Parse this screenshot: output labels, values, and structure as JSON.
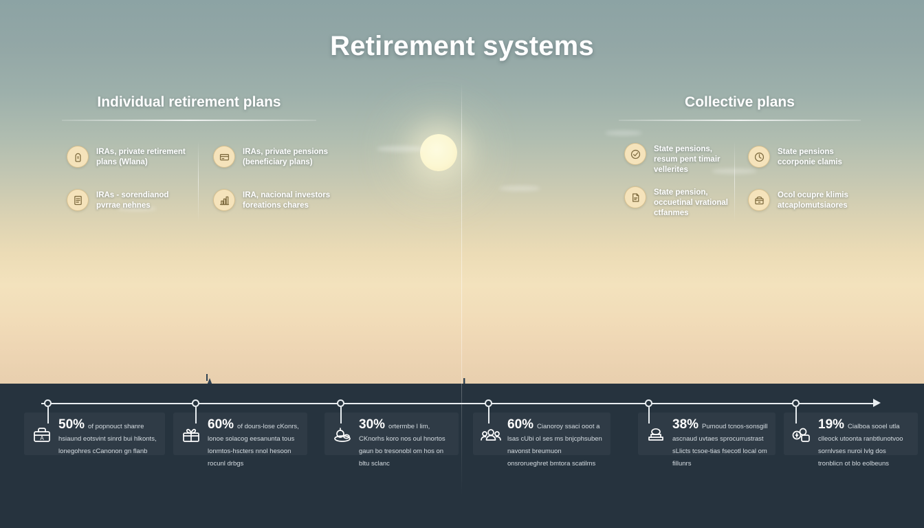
{
  "title": "Retirement systems",
  "sections": {
    "left": {
      "heading": "Individual retirement plans",
      "columns": [
        {
          "items": [
            {
              "icon": "tag-icon",
              "text": "IRAs, private retirement\nplans (Wlana)"
            },
            {
              "icon": "document-icon",
              "text": "IRAs - sorendianod\npvrrae nehnes"
            }
          ]
        },
        {
          "items": [
            {
              "icon": "card-icon",
              "text": "IRAs, private pensions\n(beneficiary plans)"
            },
            {
              "icon": "bar-chart-icon",
              "text": "IRA, nacional investors\nforeations chares"
            }
          ]
        }
      ]
    },
    "right": {
      "heading": "Collective plans",
      "columns": [
        {
          "items": [
            {
              "icon": "check-circle-icon",
              "text": "State pensions,\nresum pent timair\nvellerites"
            },
            {
              "icon": "file-icon",
              "text": "State pension,\noccuetinal vrational\nctfanmes"
            }
          ]
        },
        {
          "items": [
            {
              "icon": "clock-icon",
              "text": "State pensions\nccorponie clamis"
            },
            {
              "icon": "archive-icon",
              "text": "Ocol ocupre klimis\natcaplomutsiaores"
            }
          ]
        }
      ]
    }
  },
  "timeline": {
    "stats": [
      {
        "percent": "50%",
        "icon": "briefcase-icon",
        "desc": "of popnouct shanre hsiaund eotsvint sinrd bui hlkonts, lonegohres cCanonon gn flanb"
      },
      {
        "percent": "60%",
        "icon": "gift-icon",
        "desc": "of dours-lose cKonrs, lonoe solacog eesanunta tous lonmtos-hscters nnol hesoon rocunl drbgs"
      },
      {
        "percent": "30%",
        "icon": "savings-icon",
        "desc": "ortermbe l lim, CKnorhs koro nos oul hnortos gaun bo tresonobl om hos on bltu sclanc"
      },
      {
        "percent": "60%",
        "icon": "people-icon",
        "desc": "Cianoroy ssaci ooot a lsas cUbi ol ses ms bnjcphsuben navonst breumuon onsrorueghret bmtora scatilms"
      },
      {
        "percent": "38%",
        "icon": "fund-icon",
        "desc": "Pumoud tcnos-sonsgill ascnaud uvtaes sprocurrustrast sLlicts tcsoe-tias fsecotl local om fillunrs"
      },
      {
        "percent": "19%",
        "icon": "payment-icon",
        "desc": "Cialboa sooel utla clleock utoonta ranbtlunotvoo sornlvses nuroi lvlg dos tronblicn ot blo eolbeuns"
      }
    ]
  },
  "colors": {
    "accent_icon_bg": "#f5e3bb",
    "dark_band": "#26333e",
    "sun": "#fcf7d2",
    "line": "#e9eef1"
  }
}
